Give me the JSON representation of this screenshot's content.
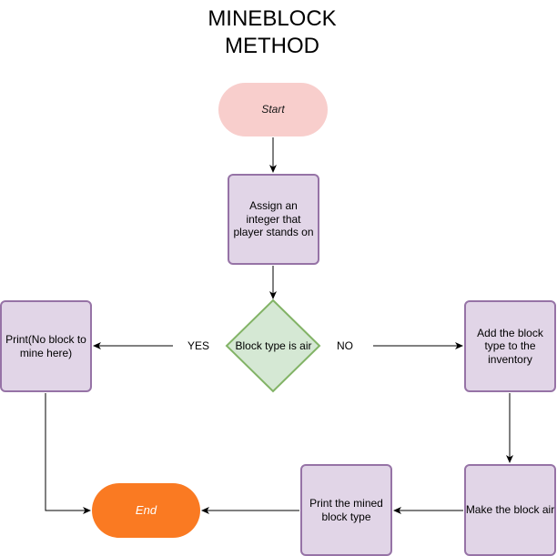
{
  "diagram": {
    "title_line1": "MINEBLOCK",
    "title_line2": "METHOD",
    "nodes": {
      "start": "Start",
      "assign": "Assign an integer that player stands on",
      "decision": "Block type is air",
      "print_none": "Print(No block to mine here)",
      "add_inventory": "Add the block type to the inventory",
      "make_air": "Make the block air",
      "print_mined": "Print the mined block type",
      "end": "End"
    },
    "edges": {
      "yes": "YES",
      "no": "NO"
    },
    "colors": {
      "start_fill": "#f8cecc",
      "process_fill": "#e1d5e7",
      "process_border": "#9673a6",
      "decision_fill": "#d5e8d4",
      "decision_border": "#82b366",
      "end_fill": "#fa7a22"
    }
  }
}
